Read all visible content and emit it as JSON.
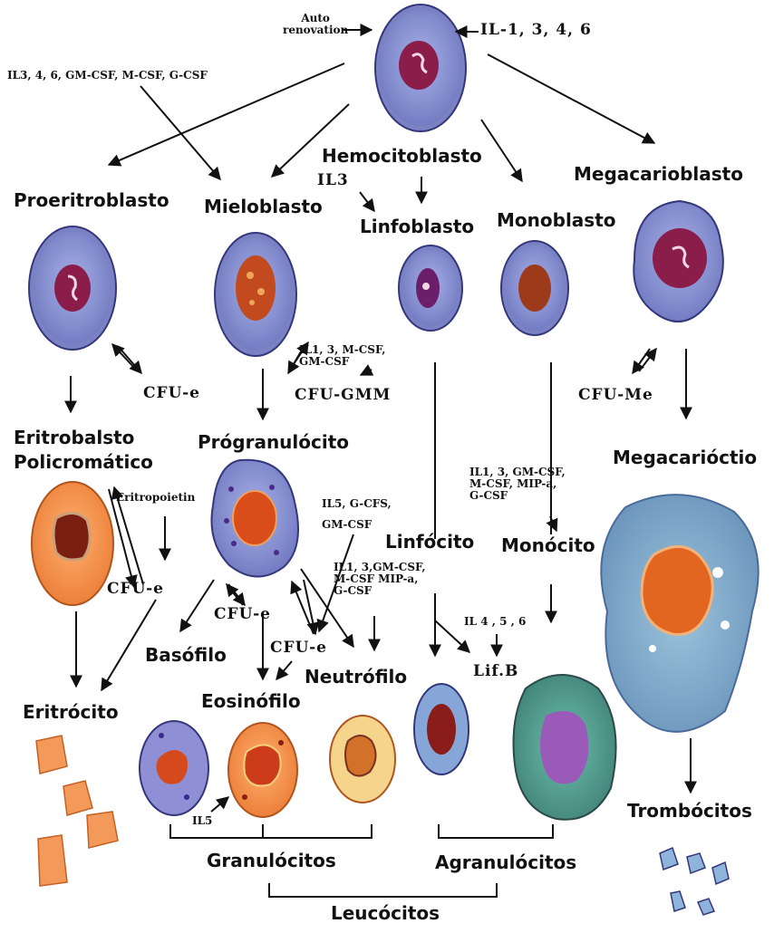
{
  "cells": {
    "top": {
      "auto_renovation": "Auto\nrenovation",
      "il_top": "IL-1, 3, 4, 6",
      "il_left": "IL3, 4, 6, GM-CSF, M-CSF, G-CSF",
      "hemocitoblasto": "Hemocitoblasto",
      "il3": "IL3"
    },
    "progenitors": {
      "proeritroblasto": "Proeritroblasto",
      "mieloblasto": "Mieloblasto",
      "linfoblasto": "Linfoblasto",
      "monoblasto": "Monoblasto",
      "megacarioblasto": "Megacarioblasto"
    },
    "intermediates": {
      "eritroblasto": "Eritrobalsto\nPolicromático",
      "progranulocito": "Prógranulócito",
      "linfocito": "Linfócito",
      "monocito": "Monócito",
      "megacariocito": "Megacarióctio"
    },
    "mature": {
      "eritrocito": "Eritrócito",
      "basofilo": "Basófilo",
      "eosinofilo": "Eosinófilo",
      "neutrofilo": "Neutrófilo",
      "lifb": "Lif.B",
      "trombocitos": "Trombócitos"
    },
    "groups": {
      "granulocitos": "Granulócitos",
      "agranulocitos": "Agranulócitos",
      "leucocitos": "Leucócitos"
    }
  },
  "factors": {
    "cfu_e_1": "CFU-e",
    "cfu_e_2": "CFU-e",
    "cfu_e_3": "CFU-e",
    "cfu_e_4": "CFU-e",
    "cfu_gmm": "CFU-GMM",
    "cfu_me": "CFU-Me",
    "il_gmm": "IL1, 3, M-CSF,\nGM-CSF",
    "eritropoietin": "Eritropoietin",
    "il5_gcfs": "IL5, G-CFS,\nGM-CSF",
    "il_neutro": "IL1, 3,GM-CSF,\nM-CSF MIP-a,\nG-CSF",
    "il_mono": "IL1, 3, GM-CSF,\nM-CSF, MIP-a,\nG-CSF",
    "il_lif": "IL 4 , 5 , 6",
    "il5": "IL5"
  },
  "colors": {
    "blast_body": "#7f86c8",
    "blast_nucleus": "#8a1d4a",
    "erythro_body": "#f08a3a",
    "eosin_body": "#e97a3a",
    "mega_body": "#7fa9c9",
    "mono_body": "#4a9a88"
  }
}
